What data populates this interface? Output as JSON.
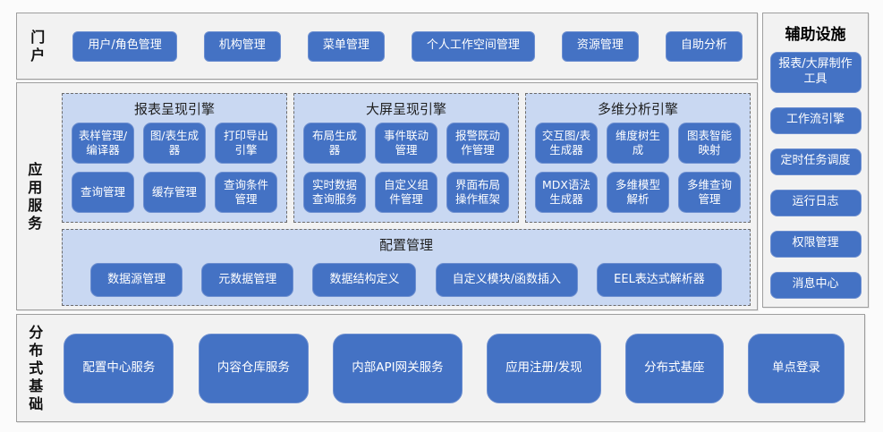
{
  "portal": {
    "label": "门户",
    "buttons": [
      "用户/角色管理",
      "机构管理",
      "菜单管理",
      "个人工作空间管理",
      "资源管理",
      "自助分析"
    ]
  },
  "app_services": {
    "label": "应用服务",
    "engines": [
      {
        "title": "报表呈现引擎",
        "modules": [
          "表样管理/编译器",
          "图/表生成器",
          "打印导出引擎",
          "查询管理",
          "缓存管理",
          "查询条件管理"
        ]
      },
      {
        "title": "大屏呈现引擎",
        "modules": [
          "布局生成器",
          "事件联动管理",
          "报警既动作管理",
          "实时数据查询服务",
          "自定义组件管理",
          "界面布局操作框架"
        ]
      },
      {
        "title": "多维分析引擎",
        "modules": [
          "交互图/表生成器",
          "维度树生成",
          "图表智能映射",
          "MDX语法生成器",
          "多维模型解析",
          "多维查询管理"
        ]
      }
    ],
    "config": {
      "title": "配置管理",
      "modules": [
        "数据源管理",
        "元数据管理",
        "数据结构定义",
        "自定义模块/函数插入",
        "EEL表达式解析器"
      ]
    }
  },
  "aux": {
    "title": "辅助设施",
    "buttons": [
      "报表/大屏制作工具",
      "工作流引擎",
      "定时任务调度",
      "运行日志",
      "权限管理",
      "消息中心"
    ]
  },
  "foundation": {
    "label": "分布式基础",
    "buttons": [
      "配置中心服务",
      "内容仓库服务",
      "内部API网关服务",
      "应用注册/发现",
      "分布式基座",
      "单点登录"
    ]
  },
  "colors": {
    "node_blue": "#4472C4",
    "engine_box_light_blue": "#C9D8F2",
    "section_bg": "#F2F2F2",
    "section_border": "#9E9E9E",
    "dashed_border": "#6B6B6B",
    "node_text": "#FFFFFF"
  }
}
